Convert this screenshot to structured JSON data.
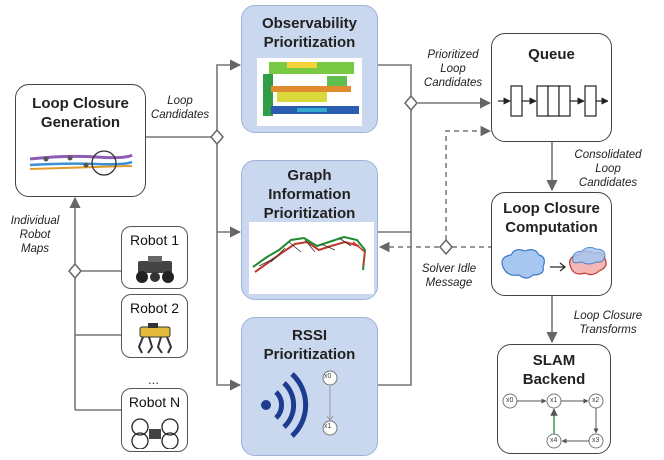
{
  "boxes": {
    "loop_closure_generation": "Loop Closure\nGeneration",
    "observability": "Observability\nPrioritization",
    "graph_information": "Graph\nInformation\nPrioritization",
    "rssi": "RSSI\nPrioritization",
    "queue": "Queue",
    "loop_closure_computation": "Loop Closure\nComputation",
    "slam_backend": "SLAM\nBackend"
  },
  "robots": [
    "Robot 1",
    "Robot 2",
    "Robot N"
  ],
  "ellipsis": "...",
  "edge_labels": {
    "loop_candidates": "Loop\nCandidates",
    "individual_robot_maps": "Individual\nRobot\nMaps",
    "prioritized_loop_candidates": "Prioritized\nLoop\nCandidates",
    "consolidated_loop_candidates": "Consolidated\nLoop\nCandidates",
    "solver_idle_message": "Solver Idle\nMessage",
    "loop_closure_transforms": "Loop Closure\nTransforms"
  },
  "rssi_nodes": [
    "x0",
    "x1"
  ],
  "slam_nodes": [
    "x0",
    "x1",
    "x2",
    "x3",
    "x4"
  ]
}
